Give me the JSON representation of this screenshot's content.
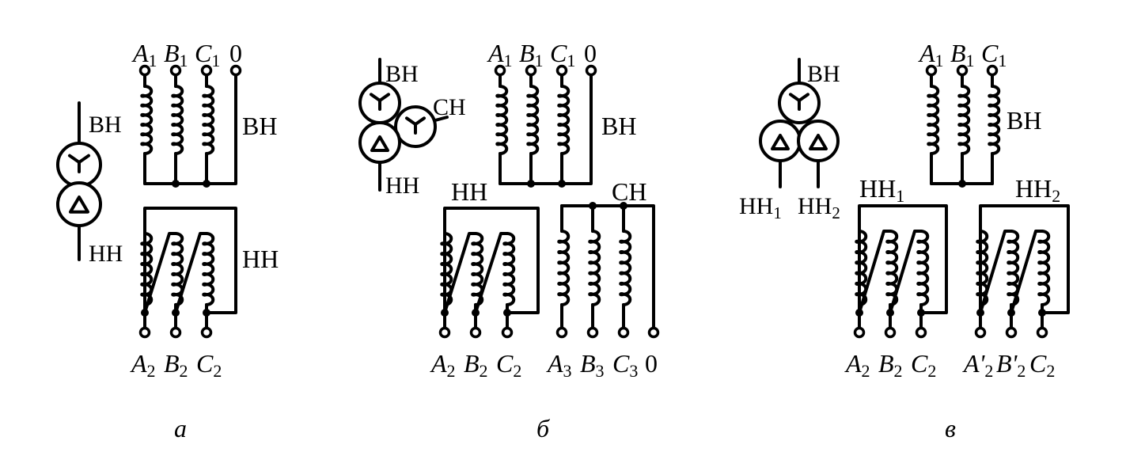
{
  "panel_a": {
    "caption": "а",
    "symbol_top": "ВН",
    "symbol_bottom": "НН",
    "hv_label": "ВН",
    "lv_label": "НН",
    "top_terminals": [
      "A",
      "1",
      "B",
      "1",
      "C",
      "1",
      "0"
    ],
    "bottom_terminals": [
      "A",
      "2",
      "B",
      "2",
      "C",
      "2"
    ]
  },
  "panel_b": {
    "caption": "б",
    "symbol_top": "ВН",
    "symbol_mid": "СН",
    "symbol_bottom": "НН",
    "hv_label": "ВН",
    "lv_label": "НН",
    "mv_label": "СН",
    "top_terminals": [
      "A",
      "1",
      "B",
      "1",
      "C",
      "1",
      "0"
    ],
    "bottom_lv_terminals": [
      "A",
      "2",
      "B",
      "2",
      "C",
      "2"
    ],
    "bottom_mv_terminals": [
      "A",
      "3",
      "B",
      "3",
      "C",
      "3",
      "0"
    ]
  },
  "panel_c": {
    "caption": "в",
    "symbol_top": "ВН",
    "symbol_left": "НН",
    "symbol_left_sub": "1",
    "symbol_right": "НН",
    "symbol_right_sub": "2",
    "hv_label": "ВН",
    "lv1_label": "НН",
    "lv1_sub": "1",
    "lv2_label": "НН",
    "lv2_sub": "2",
    "top_terminals": [
      "A",
      "1",
      "B",
      "1",
      "C",
      "1"
    ],
    "bottom_lv1_terminals": [
      "A",
      "2",
      "B",
      "2",
      "C",
      "2"
    ],
    "bottom_lv2_terminals": [
      "A'",
      "2",
      "B'",
      "2",
      "C",
      "2"
    ]
  }
}
